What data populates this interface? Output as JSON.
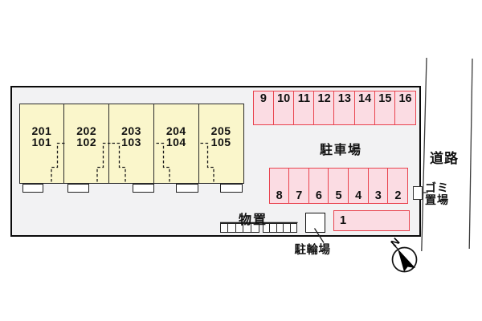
{
  "site": {
    "building": {
      "units": [
        {
          "upper": "201",
          "lower": "101"
        },
        {
          "upper": "202",
          "lower": "102"
        },
        {
          "upper": "203",
          "lower": "103"
        },
        {
          "upper": "204",
          "lower": "104"
        },
        {
          "upper": "205",
          "lower": "105"
        }
      ]
    },
    "parking": {
      "label": "駐車場",
      "top_row": [
        "9",
        "10",
        "11",
        "12",
        "13",
        "14",
        "15",
        "16"
      ],
      "middle_row": [
        "8",
        "7",
        "6",
        "5",
        "4",
        "3",
        "2"
      ],
      "bottom_space": "1"
    },
    "storage": {
      "label": "物置"
    },
    "bicycle": {
      "label": "駐輪場"
    },
    "garbage": {
      "label_line1": "ゴミ",
      "label_line2": "置場"
    }
  },
  "road": {
    "label": "道路"
  },
  "compass": {
    "label": "N"
  },
  "colors": {
    "site_fill": "#f2f2f3",
    "site_border": "#0a0a0a",
    "building_fill": "#faf6cb",
    "parking_fill": "#fbdce3",
    "parking_border": "#e9434e",
    "line_color": "#222222"
  }
}
